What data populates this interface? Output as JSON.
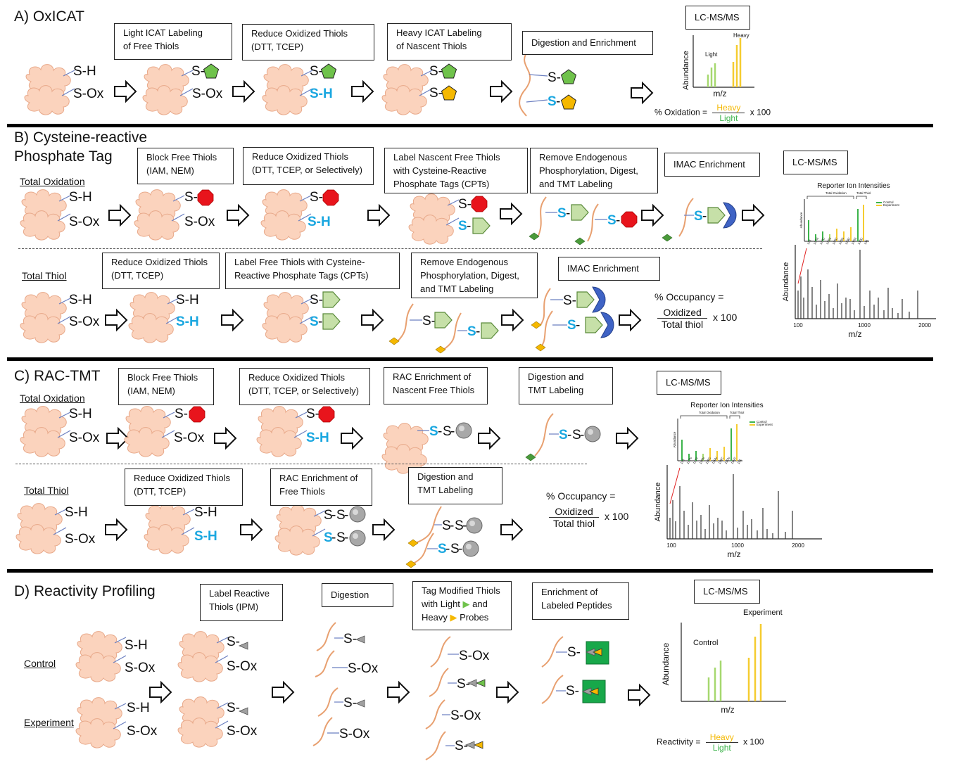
{
  "sections": {
    "a": {
      "title": "A) OxICAT",
      "boxes": {
        "light": [
          "Light ICAT Labeling",
          "of Free Thiols"
        ],
        "reduce": [
          "Reduce Oxidized Thiols",
          "(DTT, TCEP)"
        ],
        "heavy": [
          "Heavy ICAT Labeling",
          "of Nascent Thiols"
        ],
        "digest": [
          "Digestion and Enrichment"
        ],
        "lcms": [
          "LC-MS/MS"
        ]
      },
      "chart": {
        "ylabel": "Abundance",
        "xlabel": "m/z",
        "light": "Light",
        "heavy": "Heavy"
      },
      "formula": {
        "lhs": "% Oxidation =",
        "num": "Heavy",
        "den": "Light",
        "rhs": "x 100"
      }
    },
    "b": {
      "title": [
        "B) Cysteine-reactive",
        "Phosphate Tag"
      ],
      "sub_ox": "Total Oxidation",
      "sub_thiol": "Total Thiol",
      "boxes": {
        "block": [
          "Block Free Thiols",
          "(IAM, NEM)"
        ],
        "reduce1": [
          "Reduce Oxidized Thiols",
          "(DTT, TCEP, or Selectively)"
        ],
        "label_cpt": [
          "Label Nascent Free Thiols",
          "with Cysteine-Reactive",
          "Phosphate Tags (CPTs)"
        ],
        "remove1": [
          "Remove Endogenous",
          "Phosphorylation,  Digest,",
          "and TMT Labeling"
        ],
        "imac1": [
          "IMAC Enrichment"
        ],
        "lcms": [
          "LC-MS/MS"
        ],
        "reduce2": [
          "Reduce Oxidized Thiols",
          "(DTT, TCEP)"
        ],
        "label_free": [
          "Label Free Thiols with Cysteine-",
          "Reactive Phosphate Tags (CPTs)"
        ],
        "remove2": [
          "Remove Endogenous",
          "Phosphorylation,  Digest,",
          "and TMT Labeling"
        ],
        "imac2": [
          "IMAC Enrichment"
        ]
      },
      "chart": {
        "title": "Reporter Ion Intensities",
        "ylabel": "Abundance",
        "xlabel": "m/z",
        "ticks": [
          "100",
          "1000",
          "2000"
        ],
        "legend": [
          "Control",
          "Experiment"
        ],
        "bracket_left": "Total Oxidation",
        "bracket_right": "Total Thiol",
        "inset_ylabel": "Abundance",
        "inset_ticks": [
          "126",
          "127N",
          "127C",
          "128N",
          "128C",
          "129N",
          "129C",
          "130N",
          "130C",
          "131"
        ]
      },
      "occupancy": {
        "lhs": "% Occupancy =",
        "num": "Oxidized",
        "den": "Total thiol",
        "rhs": "x 100"
      }
    },
    "c": {
      "title": "C) RAC-TMT",
      "sub_ox": "Total Oxidation",
      "sub_thiol": "Total Thiol",
      "boxes": {
        "block": [
          "Block Free Thiols",
          "(IAM, NEM)"
        ],
        "reduce1": [
          "Reduce Oxidized Thiols",
          "(DTT, TCEP, or Selectively)"
        ],
        "rac1": [
          "RAC Enrichment  of",
          "Nascent Free Thiols"
        ],
        "dig1": [
          "Digestion and",
          "TMT Labeling"
        ],
        "lcms": [
          "LC-MS/MS"
        ],
        "reduce2": [
          "Reduce Oxidized Thiols",
          "(DTT, TCEP)"
        ],
        "rac2": [
          "RAC Enrichment  of",
          "Free Thiols"
        ],
        "dig2": [
          "Digestion and",
          "TMT Labeling"
        ]
      },
      "chart": {
        "title": "Reporter Ion Intensities",
        "ylabel": "Abundance",
        "xlabel": "m/z",
        "ticks": [
          "100",
          "1000",
          "2000"
        ]
      },
      "occupancy": {
        "lhs": "% Occupancy =",
        "num": "Oxidized",
        "den": "Total thiol",
        "rhs": "x 100"
      }
    },
    "d": {
      "title": "D) Reactivity Profiling",
      "sub_control": "Control",
      "sub_experiment": "Experiment",
      "boxes": {
        "label": [
          "Label Reactive",
          "Thiols (IPM)"
        ],
        "digest": [
          "Digestion"
        ],
        "tag": [
          "Tag Modified Thiols",
          "with Light",
          "and",
          "Heavy",
          "Probes"
        ],
        "enrich": [
          "Enrichment  of",
          "Labeled Peptides"
        ],
        "lcms": [
          "LC-MS/MS"
        ]
      },
      "chart": {
        "ylabel": "Abundance",
        "xlabel": "m/z",
        "control": "Control",
        "experiment": "Experiment"
      },
      "formula": {
        "lhs": "Reactivity =",
        "num": "Heavy",
        "den": "Light",
        "rhs": "x 100"
      }
    }
  },
  "mol": {
    "sh": "S-H",
    "sox": "S-Ox",
    "s": "S-",
    "ss": "S-S-",
    "h": "H",
    "s2": "S"
  },
  "colors": {
    "protein": "#fbd3bd",
    "protein_edge": "#e8a98a",
    "green": "#6fc24b",
    "light_green": "#c6e0a8",
    "yellow": "#f5b800",
    "red": "#e8141c",
    "blue_text": "#1aa7e0",
    "blue_circle": "#3f63c5",
    "grey": "#a0a0a0",
    "heavy_text": "#f5b800",
    "light_text": "#3cb44b"
  }
}
